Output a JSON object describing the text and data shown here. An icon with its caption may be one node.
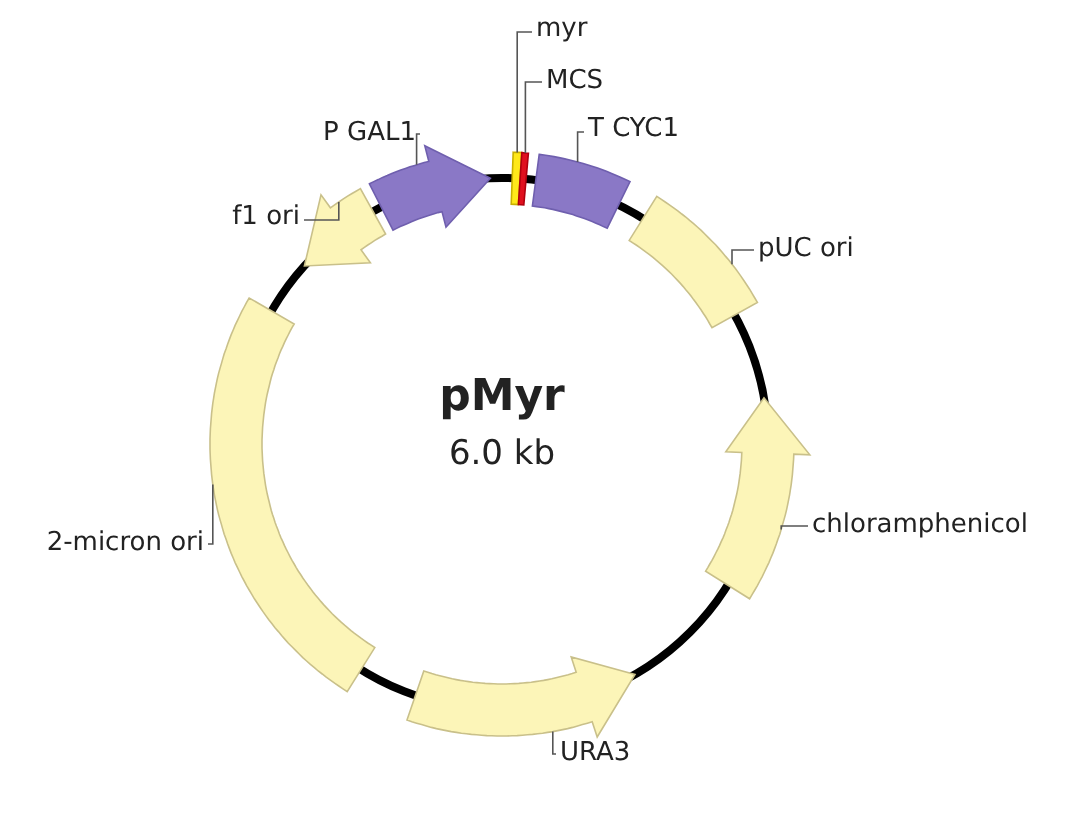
{
  "diagram": {
    "title": "pMyr",
    "nodes": [
      {
        "text": [
          "myr"
        ]
      },
      {
        "text": [
          "MCS"
        ]
      },
      {
        "text": [
          "P GAL1"
        ]
      },
      {
        "text": [
          "T CYC1"
        ]
      },
      {
        "text": [
          "f1 ori"
        ]
      },
      {
        "text": [
          "pUC ori"
        ]
      },
      {
        "text": [
          "2-micron ori"
        ]
      },
      {
        "text": [
          "chloramphenicol"
        ]
      },
      {
        "text": [
          "URA3"
        ]
      },
      {
        "text": [],
        "shape": "bar"
      },
      {
        "text": [],
        "shape": "bar"
      },
      {
        "text": [],
        "shape": "arrow"
      },
      {
        "text": [],
        "shape": "bar"
      },
      {
        "text": [],
        "shape": "arrow"
      },
      {
        "text": [],
        "shape": "bar"
      },
      {
        "text": [],
        "shape": "bar"
      },
      {
        "text": [],
        "shape": "arrow"
      },
      {
        "text": [],
        "shape": "arrow"
      }
    ],
    "edges": [
      {
        "from": 0,
        "to": 9,
        "arrow": "none"
      },
      {
        "from": 1,
        "to": 10,
        "arrow": "none"
      },
      {
        "from": 2,
        "to": 11,
        "arrow": "none"
      },
      {
        "from": 3,
        "to": 12,
        "arrow": "none"
      },
      {
        "from": 4,
        "to": 13,
        "arrow": "none"
      },
      {
        "from": 5,
        "to": 14,
        "arrow": "none"
      },
      {
        "from": 6,
        "to": 15,
        "arrow": "none"
      },
      {
        "from": 7,
        "to": 16,
        "arrow": "none"
      },
      {
        "from": 8,
        "to": 17,
        "arrow": "none"
      }
    ],
    "labels": [
      "6.0 kb"
    ]
  }
}
